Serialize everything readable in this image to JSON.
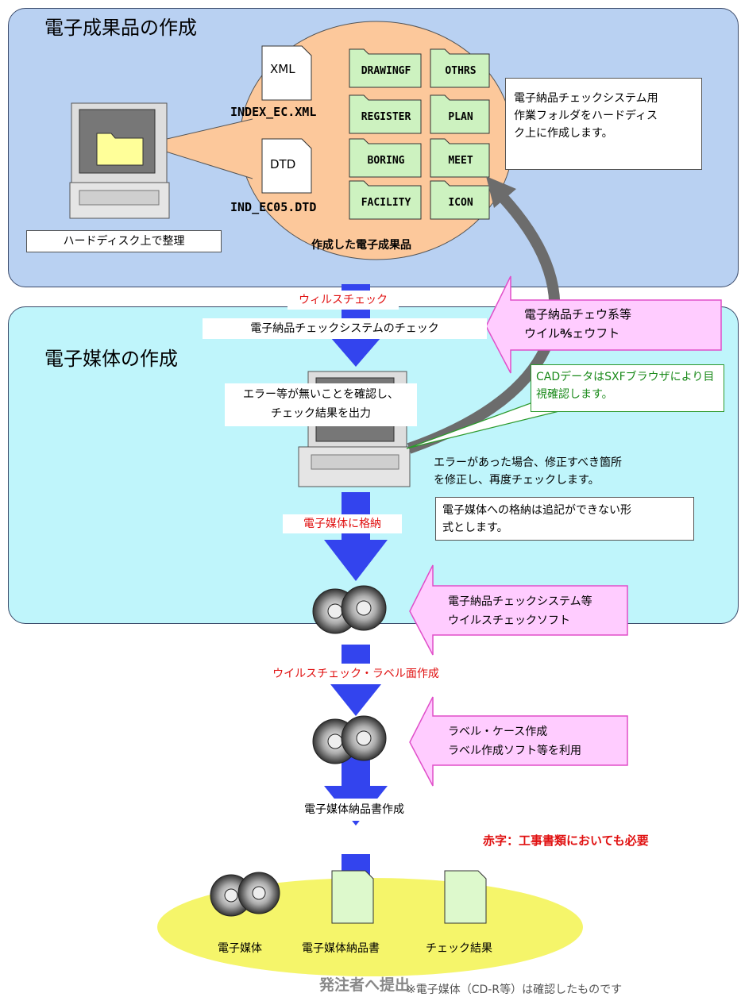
{
  "panels": {
    "top_title": "電子成果品の作成",
    "mid_title": "電子媒体の作成"
  },
  "top": {
    "xml_tag": "XML",
    "xml_file": "INDEX_EC.XML",
    "dtd_tag": "DTD",
    "dtd_file": "IND_EC05.DTD",
    "folders": [
      "DRAWINGF",
      "OTHRS",
      "REGISTER",
      "PLAN",
      "BORING",
      "MEET",
      "FACILITY",
      "ICON"
    ],
    "products_label": "作成した電子成果品",
    "hdd_label": "ハードディスク上で整理",
    "note_line1": "電子納品チェックシステム用",
    "note_line2": "作業フォルダをハードディス",
    "note_line3": "ク上に作成します。"
  },
  "mid": {
    "virus_check": "ウィルスチェック",
    "system_check": "電子納品チェックシステムのチェック",
    "callout1_line1": "電子納品チェウ系等",
    "callout1_line2": "ウイル℁ェウフト",
    "cad_note": "CADデータはSXFブラウザにより目視確認します。",
    "confirm_line1": "エラー等が無いことを確認し、",
    "confirm_line2": "チェック結果を出力",
    "error_line1": "エラーがあった場合、修正すべき箇所",
    "error_line2": "を修正し、再度チェックします。",
    "store_note_line1": "電子媒体への格納は追記ができない形",
    "store_note_line2": "式とします。",
    "store_label": "電子媒体に格納",
    "callout2_line1": "電子納品チェックシステム等",
    "callout2_line2": "ウイルスチェックソフト",
    "virus_label": "ウイルスチェック・ラベル面作成",
    "callout3_line1": "ラベル・ケース作成",
    "callout3_line2": "ラベル作成ソフト等を利用",
    "doc_label": "電子媒体納品書作成",
    "red_note": "赤字：工事書類においても必要"
  },
  "bottom": {
    "item1": "電子媒体",
    "item2": "電子媒体納品書",
    "item3": "チェック結果",
    "submit": "発注者へ提出",
    "cutoff": "※電子媒体（CD-R等）は確認したものです"
  },
  "colors": {
    "top_panel": "#b9d1f2",
    "mid_panel": "#bff5fb",
    "arrow_blue": "#3344ee",
    "callout_pink": "#ffccff",
    "folder_green": "#cdf2c0",
    "blob_orange": "#fcc89b",
    "ellipse_yellow": "#f5f56a",
    "red_text": "#e01010"
  }
}
